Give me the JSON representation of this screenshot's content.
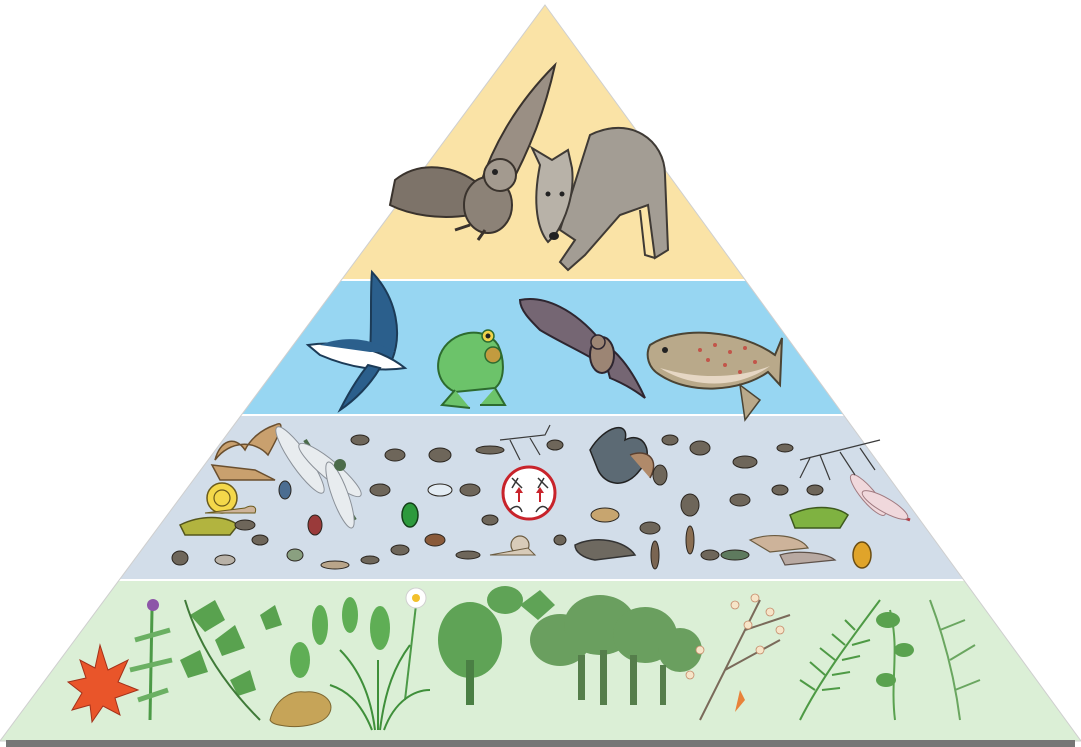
{
  "diagram": {
    "type": "ecological-pyramid",
    "levels": [
      {
        "tier": "apex-predators",
        "color": "#fae3a6",
        "organisms": [
          "owl",
          "wolf"
        ]
      },
      {
        "tier": "secondary-consumers",
        "color": "#97d6f2",
        "organisms": [
          "swallow",
          "frog",
          "bat",
          "trout"
        ]
      },
      {
        "tier": "invertebrates",
        "color": "#d2dde9",
        "organisms": [
          "moth",
          "dragonfly",
          "snail",
          "beetle",
          "grasshopper",
          "fly",
          "mosquito",
          "mayfly",
          "wasp",
          "caddisfly",
          "larva",
          "leech",
          "slug",
          "springtail"
        ],
        "highlight": {
          "organism": "mosquito",
          "arrows": "upward",
          "color": "#c8232b"
        }
      },
      {
        "tier": "producers",
        "color": "#dbefd6",
        "organisms": [
          "maple-leaf",
          "thistle",
          "vine",
          "daisy",
          "grass",
          "oak-leaf",
          "tree",
          "shrub",
          "fern",
          "flowering-branch",
          "herb"
        ]
      }
    ],
    "base_bar_color": "#767676"
  }
}
